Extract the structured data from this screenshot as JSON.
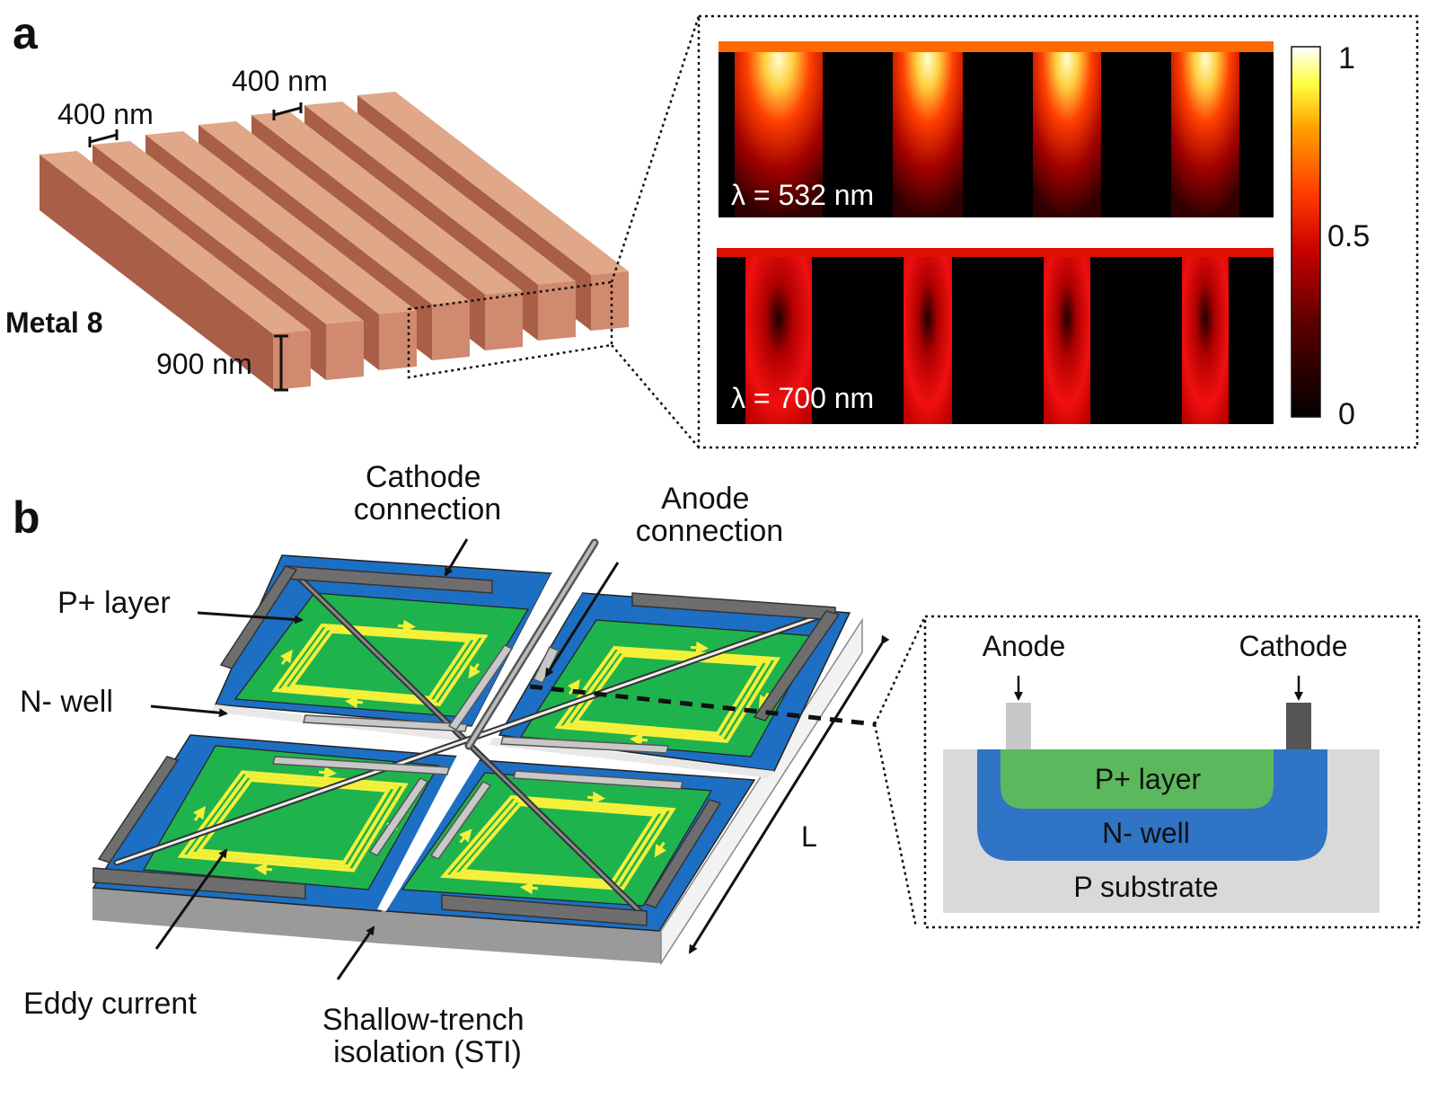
{
  "panel_a": {
    "label": "a",
    "metal_label": "Metal 8",
    "width_label_1": "400 nm",
    "width_label_2": "400 nm",
    "height_label": "900 nm",
    "field_maps": [
      {
        "wavelength_label": "λ = 532 nm"
      },
      {
        "wavelength_label": "λ = 700 nm"
      }
    ],
    "colorbar": {
      "max": "1",
      "mid": "0.5",
      "min": "0"
    }
  },
  "panel_b": {
    "label": "b",
    "cathode_connection": [
      "Cathode",
      "connection"
    ],
    "anode_connection": [
      "Anode",
      "connection"
    ],
    "p_layer": "P+ layer",
    "n_well": "N- well",
    "eddy_current": "Eddy current",
    "sti": [
      "Shallow-trench",
      "isolation (STI)"
    ],
    "length": "L",
    "cross_section": {
      "anode": "Anode",
      "cathode": "Cathode",
      "p_layer": "P+ layer",
      "n_well": "N- well",
      "p_substrate": "P substrate"
    }
  },
  "colors": {
    "copper_top": "#e0a888",
    "copper_front": "#d08a70",
    "copper_side": "#a95e48",
    "p_layer": "#1fb34e",
    "n_well": "#1d6fc4",
    "substrate": "#d9d9d9",
    "eddy": "#f5f03a"
  }
}
